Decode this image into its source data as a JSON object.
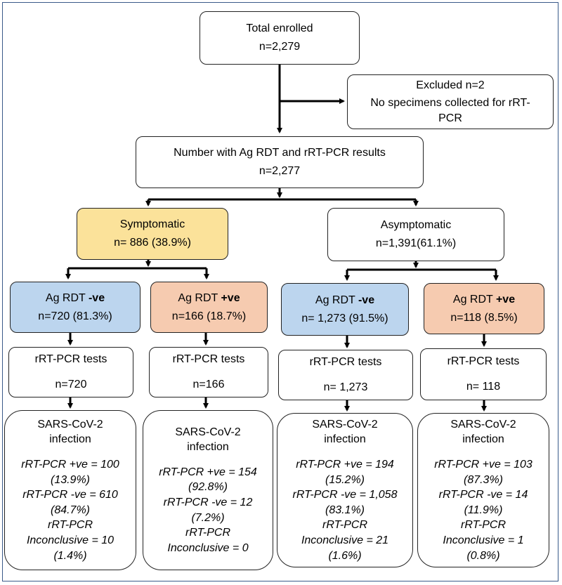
{
  "total": {
    "title": "Total enrolled",
    "n": "n=2,279"
  },
  "excluded": {
    "title": "Excluded n=2",
    "reason": "No specimens collected for rRT-PCR"
  },
  "number_with_results": {
    "title": "Number with Ag RDT and rRT-PCR results",
    "n": "n=2,277"
  },
  "symptomatic": {
    "title": "Symptomatic",
    "n": "n= 886 (38.9%)"
  },
  "asymptomatic": {
    "title": "Asymptomatic",
    "n": "n=1,391(61.1%)"
  },
  "groups": [
    {
      "rdt_prefix": "Ag RDT ",
      "rdt_sign": "-ve",
      "rdt_n": "n=720 (81.3%)",
      "pcr_title": "rRT-PCR tests",
      "pcr_n": "n=720",
      "inf_title": "SARS-CoV-2 infection",
      "inf_pos": "rRT-PCR +ve = 100 (13.9%)",
      "inf_neg": "rRT-PCR -ve = 610 (84.7%)",
      "inf_inc": "rRT-PCR Inconclusive = 10 (1.4%)"
    },
    {
      "rdt_prefix": "Ag RDT ",
      "rdt_sign": "+ve",
      "rdt_n": "n=166 (18.7%)",
      "pcr_title": "rRT-PCR tests",
      "pcr_n": "n=166",
      "inf_title": "SARS-CoV-2 infection",
      "inf_pos": "rRT-PCR +ve = 154 (92.8%)",
      "inf_neg": "rRT-PCR -ve = 12 (7.2%)",
      "inf_inc": "rRT-PCR Inconclusive = 0"
    },
    {
      "rdt_prefix": "Ag RDT ",
      "rdt_sign": "-ve",
      "rdt_n": "n= 1,273 (91.5%)",
      "pcr_title": "rRT-PCR tests",
      "pcr_n": "n= 1,273",
      "inf_title": "SARS-CoV-2 infection",
      "inf_pos": "rRT-PCR +ve = 194 (15.2%)",
      "inf_neg": "rRT-PCR -ve = 1,058 (83.1%)",
      "inf_inc": "rRT-PCR Inconclusive = 21 (1.6%)"
    },
    {
      "rdt_prefix": "Ag RDT ",
      "rdt_sign": "+ve",
      "rdt_n": "n=118 (8.5%)",
      "pcr_title": "rRT-PCR tests",
      "pcr_n": "n= 118",
      "inf_title": "SARS-CoV-2 infection",
      "inf_pos": "rRT-PCR +ve = 103 (87.3%)",
      "inf_neg": "rRT-PCR -ve = 14 (11.9%)",
      "inf_inc": "rRT-PCR Inconclusive = 1 (0.8%)"
    }
  ],
  "colors": {
    "symptomatic": "#fbe29a",
    "rdt_negative": "#bcd5ee",
    "rdt_positive": "#f6cbb0",
    "frame": "#3a5a8a"
  }
}
